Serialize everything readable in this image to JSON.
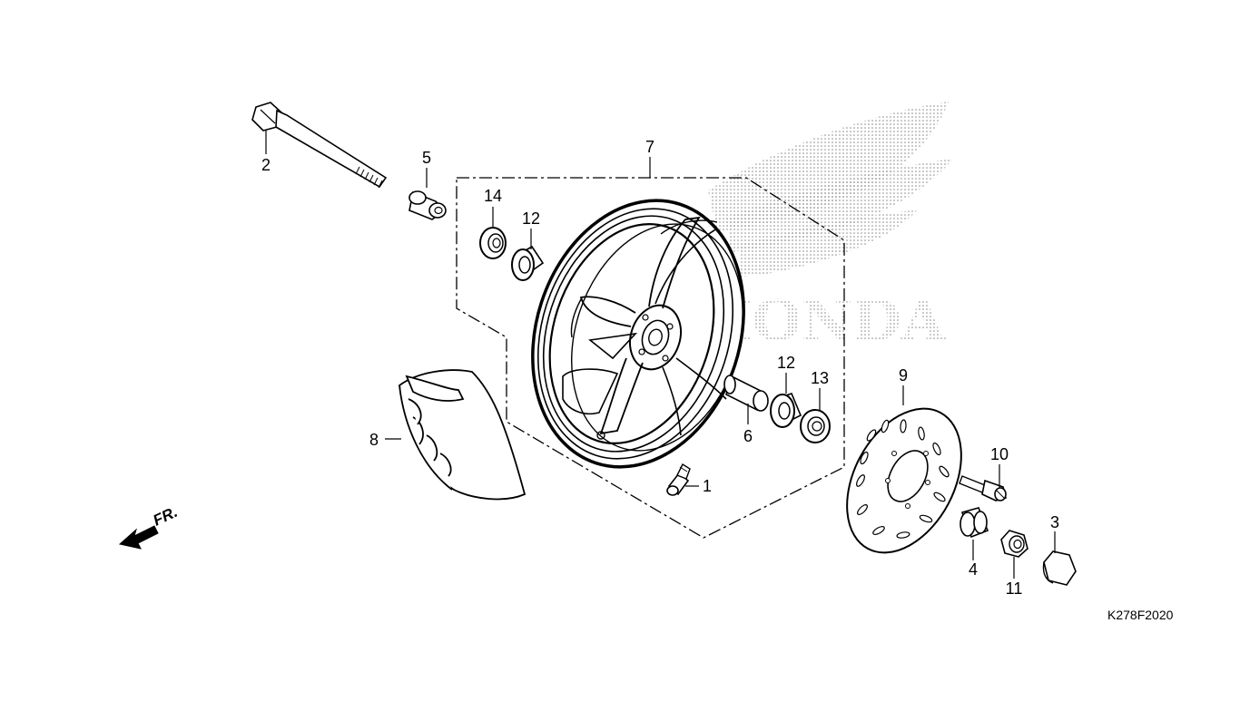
{
  "diagram": {
    "drawing_code": "K278F2020",
    "watermark_brand": "HONDA",
    "front_indicator": "FR.",
    "callouts": [
      {
        "id": "label-1",
        "text": "1"
      },
      {
        "id": "label-2",
        "text": "2"
      },
      {
        "id": "label-3",
        "text": "3"
      },
      {
        "id": "label-4",
        "text": "4"
      },
      {
        "id": "label-5",
        "text": "5"
      },
      {
        "id": "label-6",
        "text": "6"
      },
      {
        "id": "label-7",
        "text": "7"
      },
      {
        "id": "label-8",
        "text": "8"
      },
      {
        "id": "label-9",
        "text": "9"
      },
      {
        "id": "label-10",
        "text": "10"
      },
      {
        "id": "label-11",
        "text": "11"
      },
      {
        "id": "label-12a",
        "text": "12"
      },
      {
        "id": "label-12b",
        "text": "12"
      },
      {
        "id": "label-13",
        "text": "13"
      },
      {
        "id": "label-14",
        "text": "14"
      }
    ]
  }
}
